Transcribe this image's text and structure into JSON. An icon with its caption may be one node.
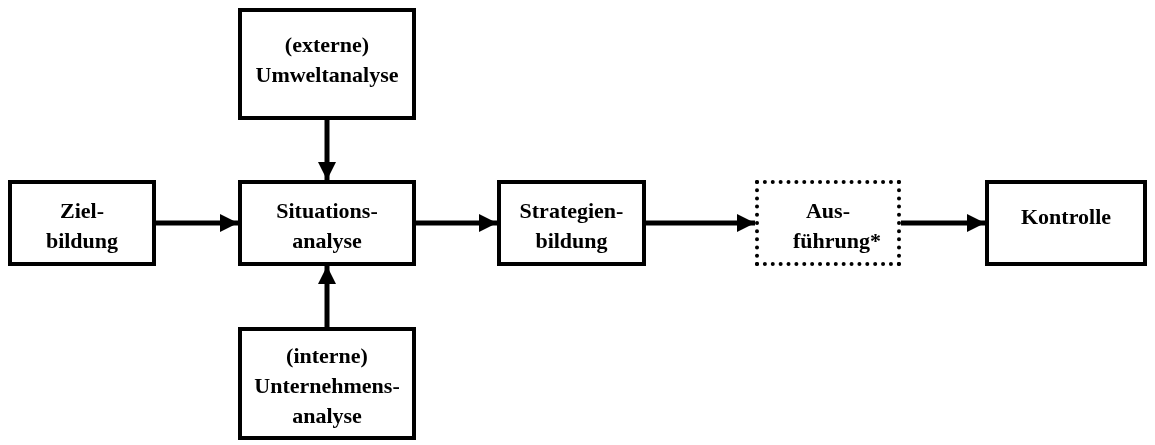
{
  "diagram": {
    "nodes": [
      {
        "text": [
          "Ziel- bildung"
        ]
      },
      {
        "text": [
          "(externe) Umweltanalyse"
        ]
      },
      {
        "text": [
          "Situations- analyse"
        ]
      },
      {
        "text": [
          "(interne) Unternehmens- analyse"
        ]
      },
      {
        "text": [
          "Strategien- bildung"
        ]
      },
      {
        "text": [
          "Aus- führung*"
        ]
      },
      {
        "text": [
          "Kontrolle"
        ]
      }
    ],
    "edges": [
      {
        "from": 0,
        "to": 2,
        "arrow": "to"
      },
      {
        "from": 1,
        "to": 2,
        "arrow": "to"
      },
      {
        "from": 3,
        "to": 2,
        "arrow": "to"
      },
      {
        "from": 2,
        "to": 4,
        "arrow": "to"
      },
      {
        "from": 4,
        "to": 5,
        "arrow": "to"
      },
      {
        "from": 5,
        "to": 6,
        "arrow": "to"
      }
    ]
  }
}
